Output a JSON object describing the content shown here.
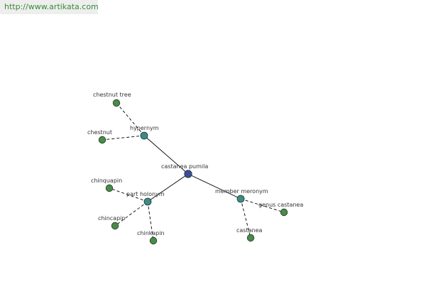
{
  "header": {
    "url": "http://www.artikata.com"
  },
  "colors": {
    "center_node": "#3d4aa0",
    "relation_node": "#3d8a8a",
    "leaf_node": "#4a8a4a"
  },
  "graph": {
    "nodes": [
      {
        "id": "castanea-pumila",
        "label": "castanea pumila",
        "kind": "center"
      },
      {
        "id": "hypernym",
        "label": "hypernym",
        "kind": "relation"
      },
      {
        "id": "part-holonym",
        "label": "part holonym",
        "kind": "relation"
      },
      {
        "id": "member-meronym",
        "label": "member meronym",
        "kind": "relation"
      },
      {
        "id": "chestnut-tree",
        "label": "chestnut tree",
        "kind": "leaf"
      },
      {
        "id": "chestnut",
        "label": "chestnut",
        "kind": "leaf"
      },
      {
        "id": "chinquapin",
        "label": "chinquapin",
        "kind": "leaf"
      },
      {
        "id": "chincapin",
        "label": "chincapin",
        "kind": "leaf"
      },
      {
        "id": "chinkapin",
        "label": "chinkapin",
        "kind": "leaf"
      },
      {
        "id": "genus-castanea",
        "label": "genus castanea",
        "kind": "leaf"
      },
      {
        "id": "castanea",
        "label": "castanea",
        "kind": "leaf"
      }
    ],
    "edges": [
      {
        "from": "castanea-pumila",
        "to": "hypernym",
        "style": "solid"
      },
      {
        "from": "castanea-pumila",
        "to": "part-holonym",
        "style": "solid"
      },
      {
        "from": "castanea-pumila",
        "to": "member-meronym",
        "style": "solid"
      },
      {
        "from": "hypernym",
        "to": "chestnut-tree",
        "style": "dashed"
      },
      {
        "from": "hypernym",
        "to": "chestnut",
        "style": "dashed"
      },
      {
        "from": "part-holonym",
        "to": "chinquapin",
        "style": "dashed"
      },
      {
        "from": "part-holonym",
        "to": "chincapin",
        "style": "dashed"
      },
      {
        "from": "part-holonym",
        "to": "chinkapin",
        "style": "dashed"
      },
      {
        "from": "member-meronym",
        "to": "genus-castanea",
        "style": "dashed"
      },
      {
        "from": "member-meronym",
        "to": "castanea",
        "style": "dashed"
      }
    ]
  }
}
